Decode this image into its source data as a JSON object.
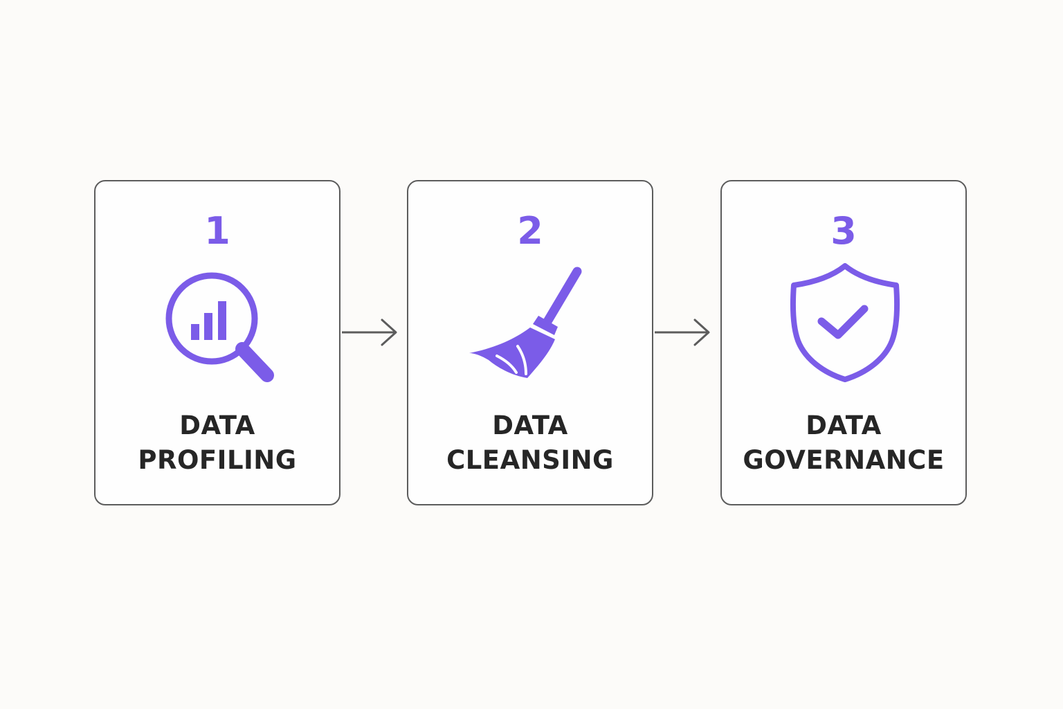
{
  "colors": {
    "accent": "#7b5ce8",
    "title_text": "#262626",
    "border": "#5c5c5c",
    "arrow": "#5c5c5c",
    "background": "#fcfbf9"
  },
  "steps": [
    {
      "number": "1",
      "title_line1": "DATA",
      "title_line2": "PROFILING",
      "icon": "magnifier-chart-icon"
    },
    {
      "number": "2",
      "title_line1": "DATA",
      "title_line2": "CLEANSING",
      "icon": "broom-icon"
    },
    {
      "number": "3",
      "title_line1": "DATA",
      "title_line2": "GOVERNANCE",
      "icon": "shield-check-icon"
    }
  ]
}
